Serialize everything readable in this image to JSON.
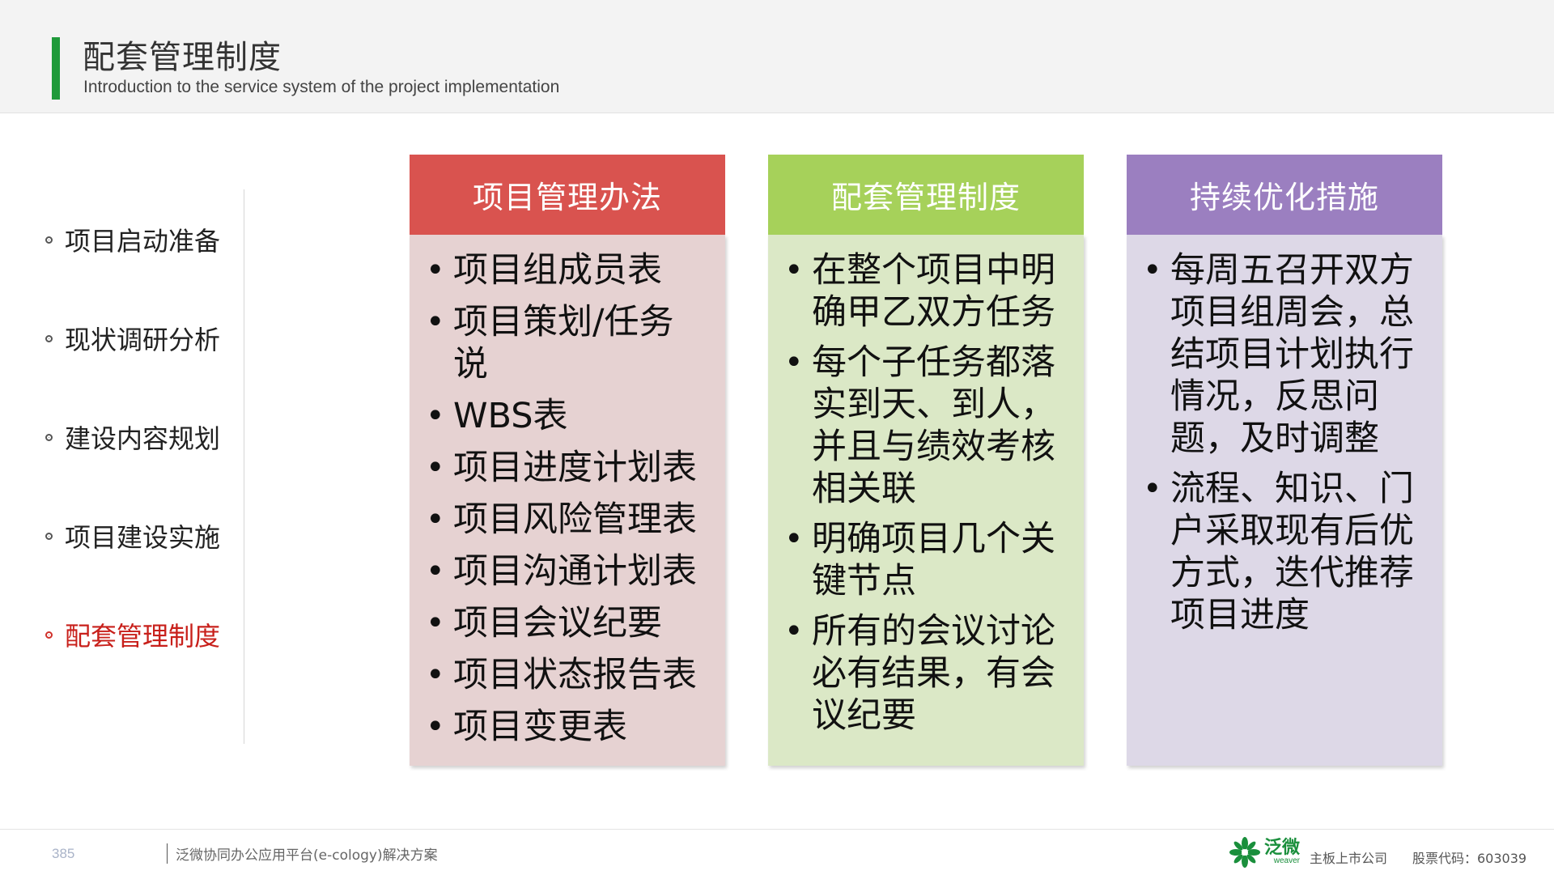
{
  "header": {
    "title": "配套管理制度",
    "subtitle": "Introduction to the service system of the project implementation"
  },
  "nav": {
    "items": [
      {
        "label": "项目启动准备",
        "active": false
      },
      {
        "label": "现状调研分析",
        "active": false
      },
      {
        "label": "建设内容规划",
        "active": false
      },
      {
        "label": "项目建设实施",
        "active": false
      },
      {
        "label": "配套管理制度",
        "active": true
      }
    ]
  },
  "columns": [
    {
      "title": "项目管理办法",
      "color": "#d9534f",
      "items": [
        "项目组成员表",
        "项目策划/任务说",
        "WBS表",
        "项目进度计划表",
        "项目风险管理表",
        "项目沟通计划表",
        "项目会议纪要",
        "项目状态报告表",
        "项目变更表"
      ]
    },
    {
      "title": "配套管理制度",
      "color": "#a6d15a",
      "items": [
        "在整个项目中明确甲乙双方任务",
        "每个子任务都落实到天、到人，并且与绩效考核相关联",
        "明确项目几个关键节点",
        "所有的会议讨论必有结果，有会议纪要"
      ]
    },
    {
      "title": "持续优化措施",
      "color": "#9b7fc0",
      "items": [
        "每周五召开双方项目组周会，总结项目计划执行情况，反思问题，及时调整",
        "流程、知识、门户采取现有后优方式，迭代推荐项目进度"
      ]
    }
  ],
  "footer": {
    "page_number": "385",
    "title": "泛微协同办公应用平台(e-cology)解决方案",
    "logo_cn": "泛微",
    "logo_en": "weaver",
    "listing": "主板上市公司",
    "stock_code": "股票代码：603039"
  }
}
